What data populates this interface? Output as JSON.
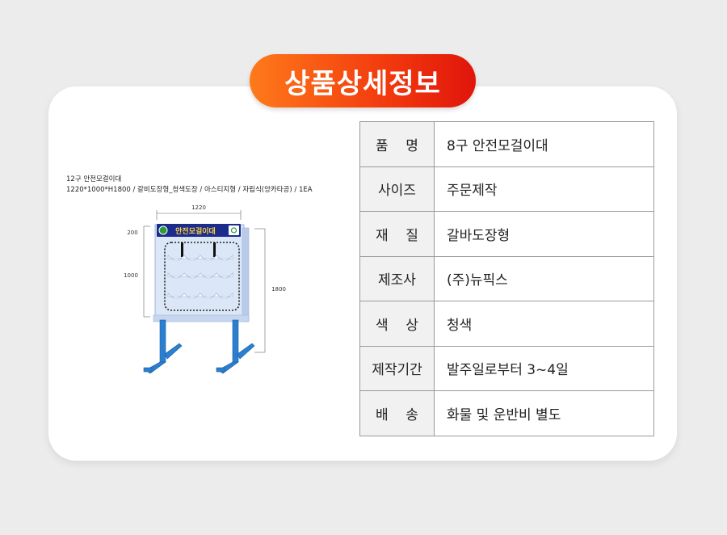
{
  "header": {
    "title": "상품상세정보"
  },
  "caption": {
    "line1": "12구 안전모걸이대",
    "line2": "1220*1000*H1800 / 갈비도장형_청색도장 / 아스티지형 / 자립식(앙카타공) / 1EA"
  },
  "drawing": {
    "sign_text": "안전모걸이대",
    "dim_width": "1220",
    "dim_top": "200",
    "dim_body": "1000",
    "dim_height": "1800",
    "colors": {
      "frame": "#2b7fd0",
      "sign_bg": "#1c2c8c",
      "sign_text": "#ffd23a",
      "panel": "#dbe6f7"
    }
  },
  "specs": [
    {
      "label": "품    명",
      "value": "8구 안전모걸이대"
    },
    {
      "label": "사이즈",
      "value": "주문제작"
    },
    {
      "label": "재    질",
      "value": "갈바도장형"
    },
    {
      "label": "제조사",
      "value": "(주)뉴픽스"
    },
    {
      "label": "색    상",
      "value": "청색"
    },
    {
      "label": "제작기간",
      "value": "발주일로부터 3~4일"
    },
    {
      "label": "배    송",
      "value": "화물 및 운반비 별도"
    }
  ],
  "colors": {
    "accent_start": "#ff7a1a",
    "accent_end": "#e0150b",
    "card_bg": "#ffffff",
    "page_bg": "#ececec"
  }
}
